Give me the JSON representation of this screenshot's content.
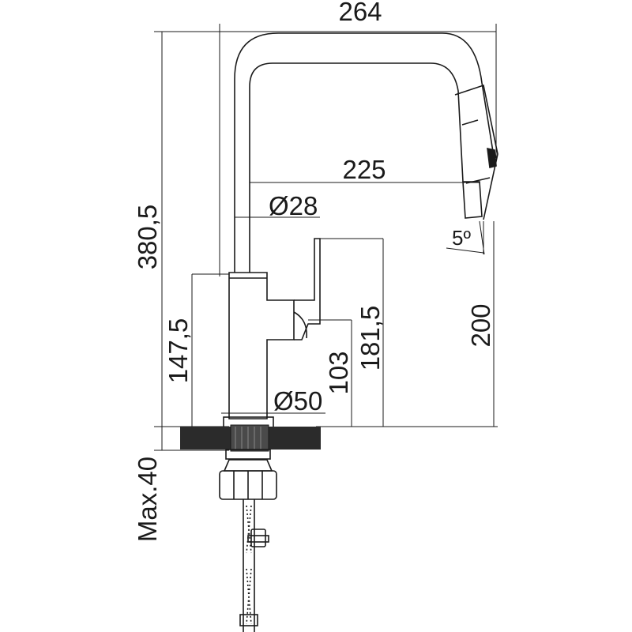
{
  "drawing": {
    "ink_color": "#1a1a1a",
    "deck_color": "#2b2b2b",
    "background": "#ffffff"
  },
  "dimensions": {
    "overall_width": "264",
    "spout_reach": "225",
    "spout_diameter": "Ø28",
    "spray_angle": "5º",
    "overall_height": "380,5",
    "body_height": "147,5",
    "lever_height": "103",
    "handle_height": "181,5",
    "outlet_height": "200",
    "base_diameter": "Ø50",
    "max_deck_thickness": "Max.40"
  }
}
